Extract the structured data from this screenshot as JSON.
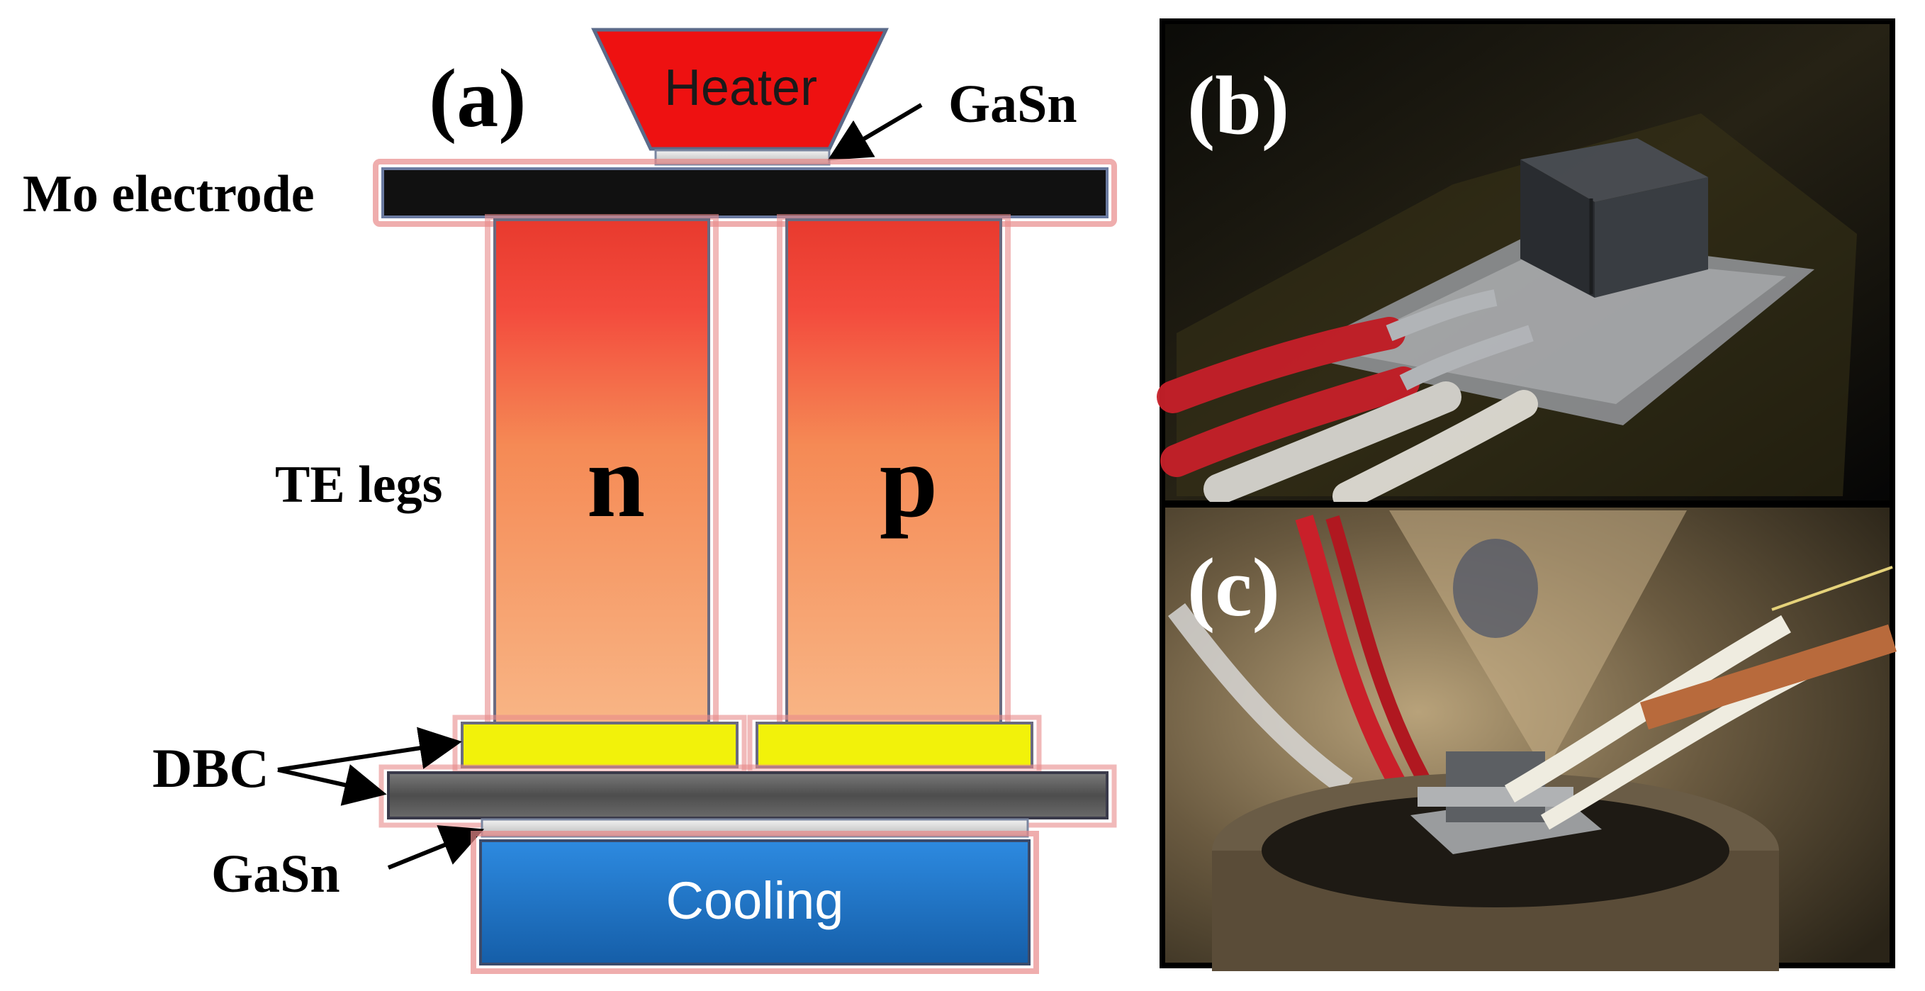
{
  "panels": {
    "a": {
      "label": "(a)",
      "heater_label": "Heater",
      "gasn_top_label": "GaSn",
      "mo_electrode_label": "Mo electrode",
      "te_legs_label": "TE legs",
      "n_leg_label": "n",
      "p_leg_label": "p",
      "dbc_label": "DBC",
      "gasn_bottom_label": "GaSn",
      "cooling_label": "Cooling"
    },
    "b": {
      "label": "(b)"
    },
    "c": {
      "label": "(c)"
    }
  },
  "colors": {
    "heater": "#ee1111",
    "electrode": "#111111",
    "leg_top": "#f23a3a",
    "leg_bottom": "#f7b07a",
    "dbc_pad": "#f2f20a",
    "dbc_plate": "#5a5a5a",
    "gasn_layer": "#d8d8d8",
    "cooling": "#1f74c8",
    "edge_glow": "#e88a8a"
  },
  "icons": {
    "sample_photo_b": "thermoelectric-module-photo-icon",
    "sample_photo_c": "measurement-setup-photo-icon"
  }
}
